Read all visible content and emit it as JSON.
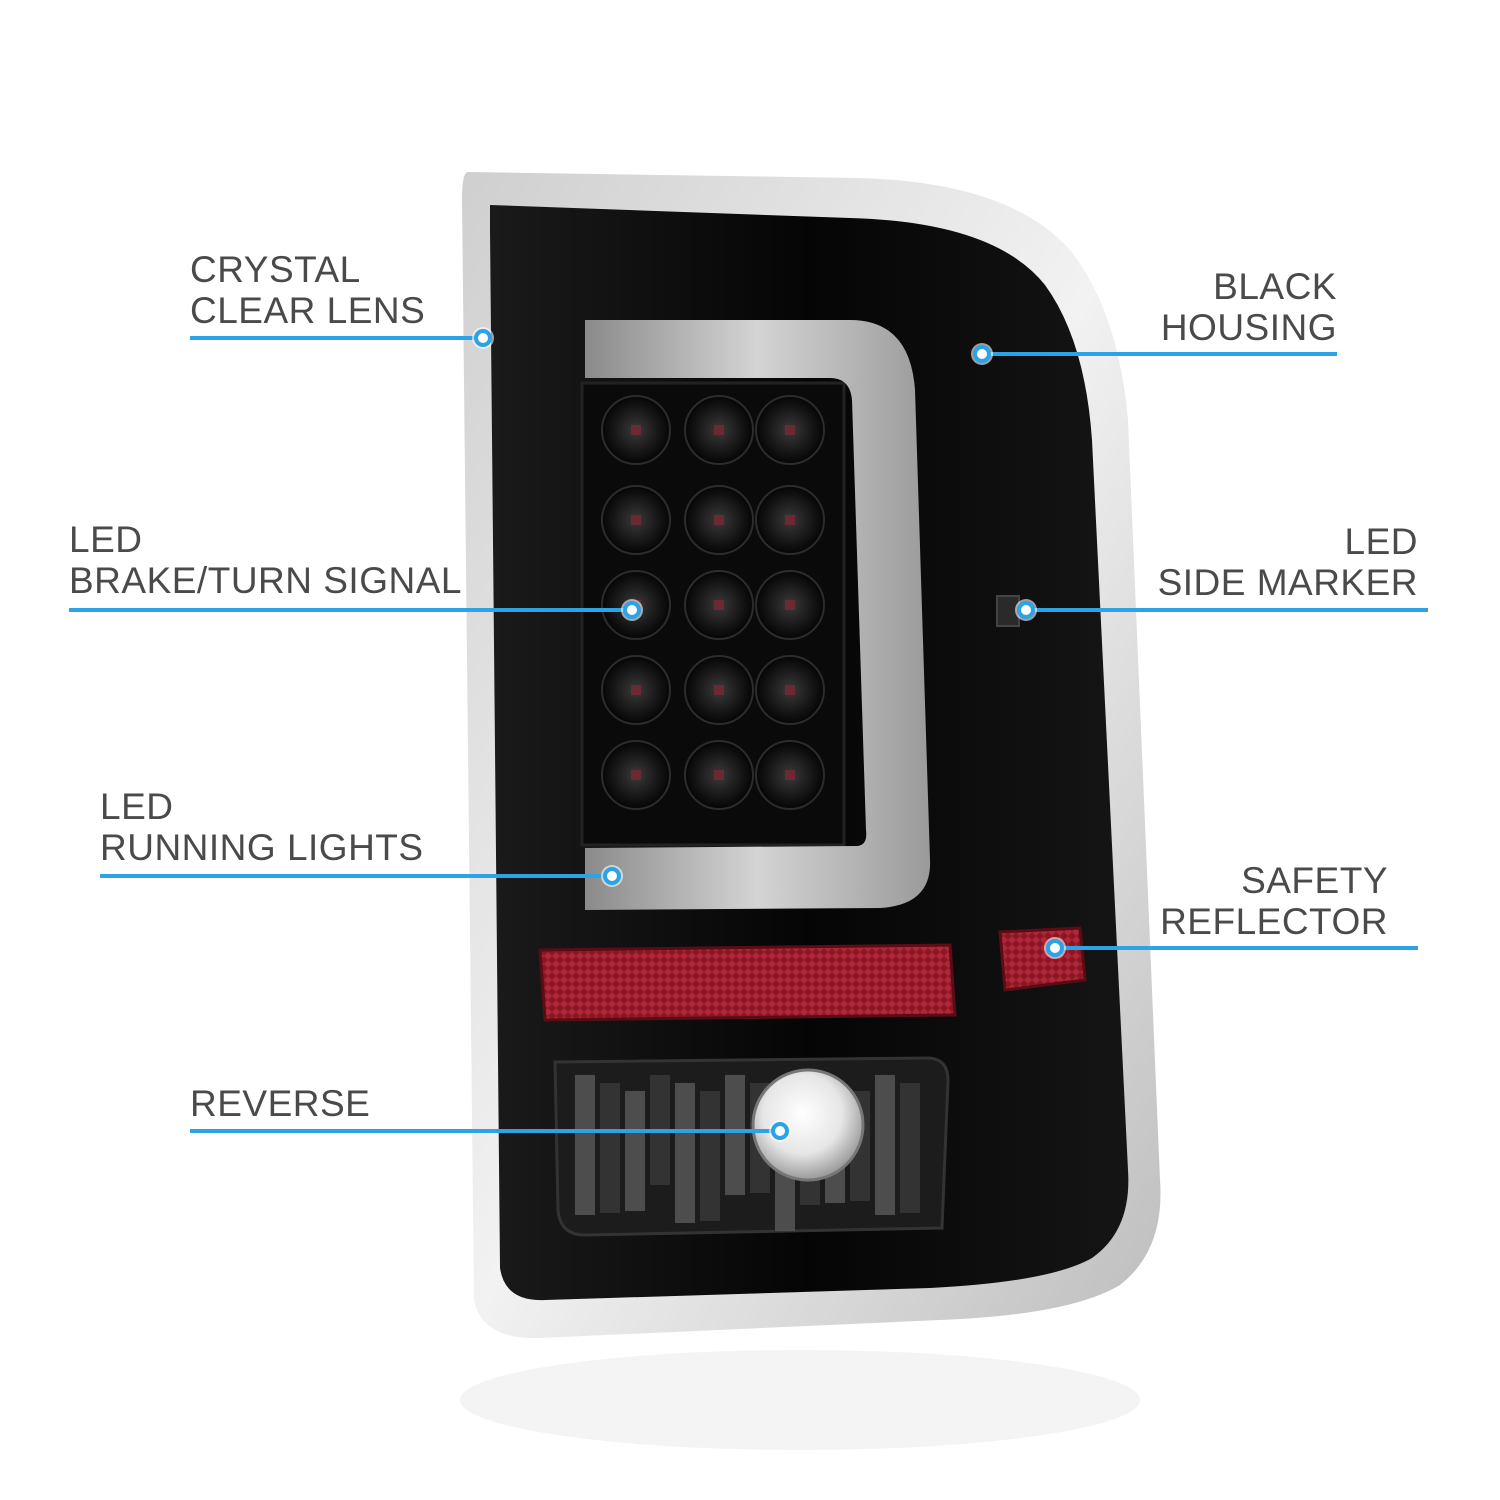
{
  "accent_color": "#2ba3e6",
  "text_color": "#4a4a4a",
  "callouts": [
    {
      "id": "crystal-clear-lens",
      "lines": [
        "CRYSTAL",
        "CLEAR LENS"
      ],
      "align": "left"
    },
    {
      "id": "black-housing",
      "lines": [
        "BLACK",
        "HOUSING"
      ],
      "align": "right"
    },
    {
      "id": "led-brake-turn-signal",
      "lines": [
        "LED",
        "BRAKE/TURN SIGNAL"
      ],
      "align": "left"
    },
    {
      "id": "led-side-marker",
      "lines": [
        "LED",
        "SIDE MARKER"
      ],
      "align": "right"
    },
    {
      "id": "led-running-lights",
      "lines": [
        "LED",
        "RUNNING LIGHTS"
      ],
      "align": "left"
    },
    {
      "id": "safety-reflector",
      "lines": [
        "SAFETY",
        "REFLECTOR"
      ],
      "align": "right"
    },
    {
      "id": "reverse",
      "lines": [
        "REVERSE"
      ],
      "align": "left"
    }
  ]
}
